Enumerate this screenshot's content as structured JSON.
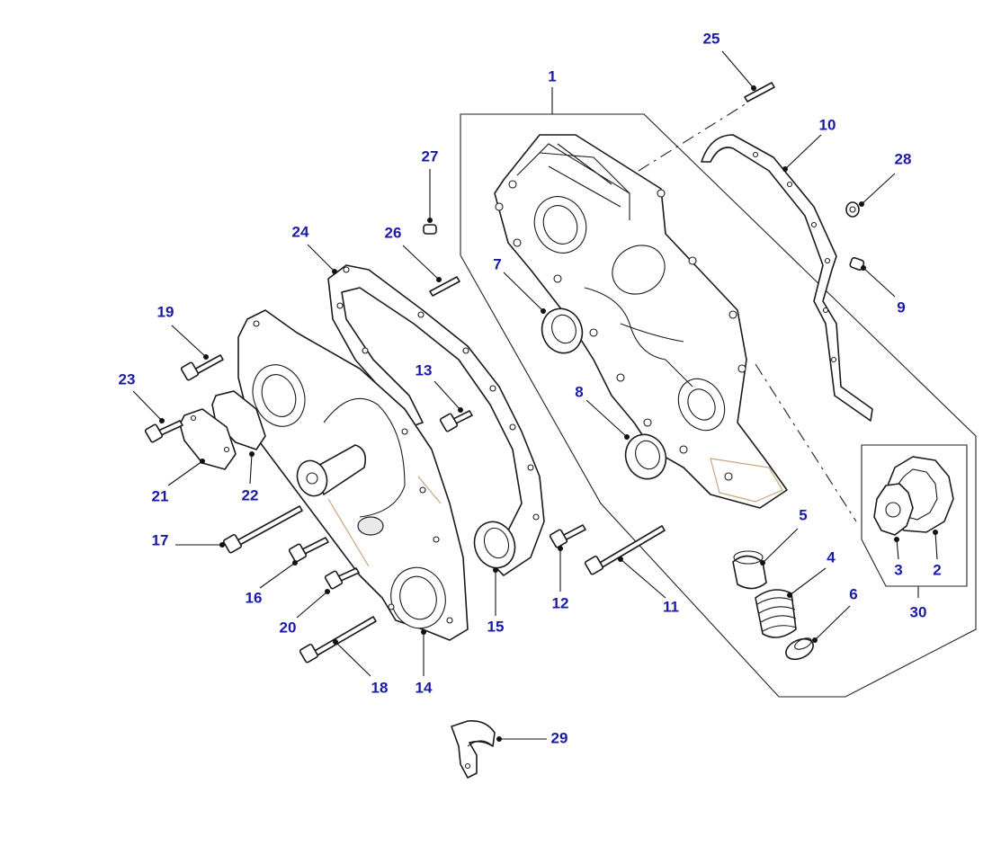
{
  "diagram": {
    "callouts": [
      {
        "id": "c1",
        "label": "1"
      },
      {
        "id": "c2",
        "label": "2"
      },
      {
        "id": "c3",
        "label": "3"
      },
      {
        "id": "c4",
        "label": "4"
      },
      {
        "id": "c5",
        "label": "5"
      },
      {
        "id": "c6",
        "label": "6"
      },
      {
        "id": "c7",
        "label": "7"
      },
      {
        "id": "c8",
        "label": "8"
      },
      {
        "id": "c9",
        "label": "9"
      },
      {
        "id": "c10",
        "label": "10"
      },
      {
        "id": "c11",
        "label": "11"
      },
      {
        "id": "c12",
        "label": "12"
      },
      {
        "id": "c13",
        "label": "13"
      },
      {
        "id": "c14",
        "label": "14"
      },
      {
        "id": "c15",
        "label": "15"
      },
      {
        "id": "c16",
        "label": "16"
      },
      {
        "id": "c17",
        "label": "17"
      },
      {
        "id": "c18",
        "label": "18"
      },
      {
        "id": "c19",
        "label": "19"
      },
      {
        "id": "c20",
        "label": "20"
      },
      {
        "id": "c21",
        "label": "21"
      },
      {
        "id": "c22",
        "label": "22"
      },
      {
        "id": "c23",
        "label": "23"
      },
      {
        "id": "c24",
        "label": "24"
      },
      {
        "id": "c25",
        "label": "25"
      },
      {
        "id": "c26",
        "label": "26"
      },
      {
        "id": "c27",
        "label": "27"
      },
      {
        "id": "c28",
        "label": "28"
      },
      {
        "id": "c29",
        "label": "29"
      },
      {
        "id": "c30",
        "label": "30"
      }
    ],
    "colors": {
      "callout_text": "#1a1aa8",
      "line_art": "#1a1a1a",
      "accent_tan": "#c9a57a"
    }
  }
}
